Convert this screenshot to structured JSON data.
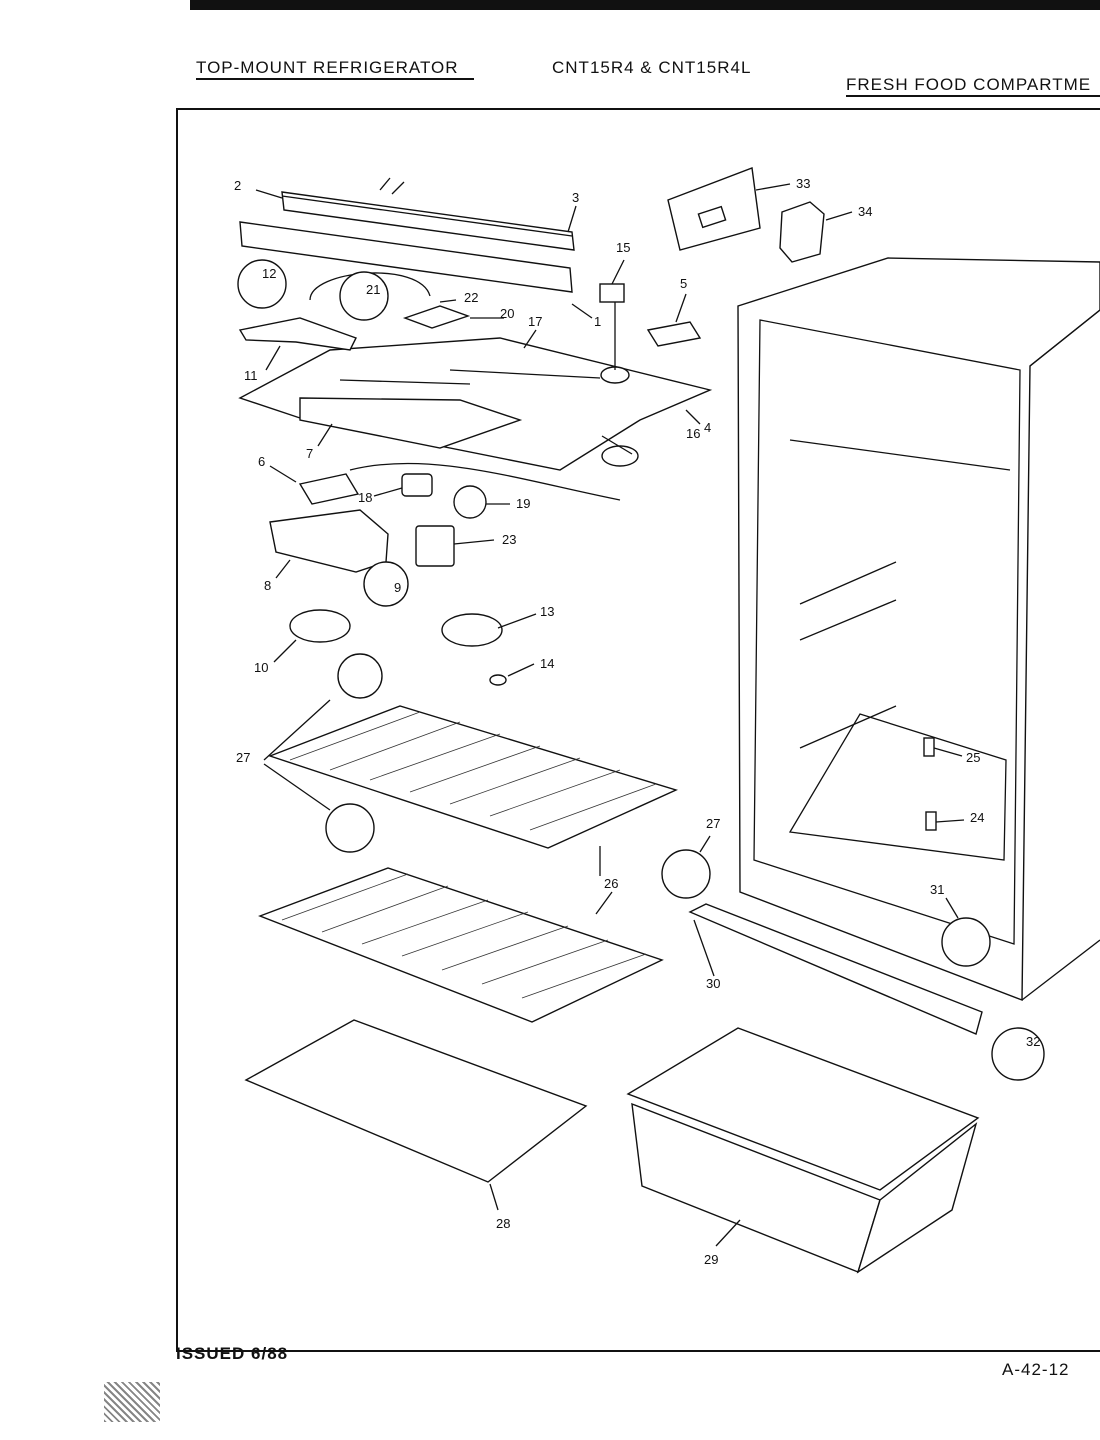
{
  "header": {
    "title": "TOP-MOUNT REFRIGERATOR",
    "model": "CNT15R4 & CNT15R4L",
    "section": "FRESH FOOD COMPARTME"
  },
  "footer": {
    "issued": "ISSUED 6/88",
    "page_code": "A-42-12"
  },
  "callouts": [
    {
      "id": "c1",
      "label": "1"
    },
    {
      "id": "c2",
      "label": "2"
    },
    {
      "id": "c3",
      "label": "3"
    },
    {
      "id": "c4",
      "label": "4"
    },
    {
      "id": "c5",
      "label": "5"
    },
    {
      "id": "c6",
      "label": "6"
    },
    {
      "id": "c7",
      "label": "7"
    },
    {
      "id": "c8",
      "label": "8"
    },
    {
      "id": "c9",
      "label": "9"
    },
    {
      "id": "c10",
      "label": "10"
    },
    {
      "id": "c11",
      "label": "11"
    },
    {
      "id": "c12",
      "label": "12"
    },
    {
      "id": "c13",
      "label": "13"
    },
    {
      "id": "c14",
      "label": "14"
    },
    {
      "id": "c15",
      "label": "15"
    },
    {
      "id": "c16",
      "label": "16"
    },
    {
      "id": "c17",
      "label": "17"
    },
    {
      "id": "c18",
      "label": "18"
    },
    {
      "id": "c19",
      "label": "19"
    },
    {
      "id": "c20",
      "label": "20"
    },
    {
      "id": "c21",
      "label": "21"
    },
    {
      "id": "c22",
      "label": "22"
    },
    {
      "id": "c23",
      "label": "23"
    },
    {
      "id": "c24",
      "label": "24"
    },
    {
      "id": "c25",
      "label": "25"
    },
    {
      "id": "c26",
      "label": "26"
    },
    {
      "id": "c27a",
      "label": "27"
    },
    {
      "id": "c27b",
      "label": "27"
    },
    {
      "id": "c28",
      "label": "28"
    },
    {
      "id": "c29",
      "label": "29"
    },
    {
      "id": "c30",
      "label": "30"
    },
    {
      "id": "c31",
      "label": "31"
    },
    {
      "id": "c32",
      "label": "32"
    },
    {
      "id": "c33",
      "label": "33"
    },
    {
      "id": "c34",
      "label": "34"
    }
  ]
}
